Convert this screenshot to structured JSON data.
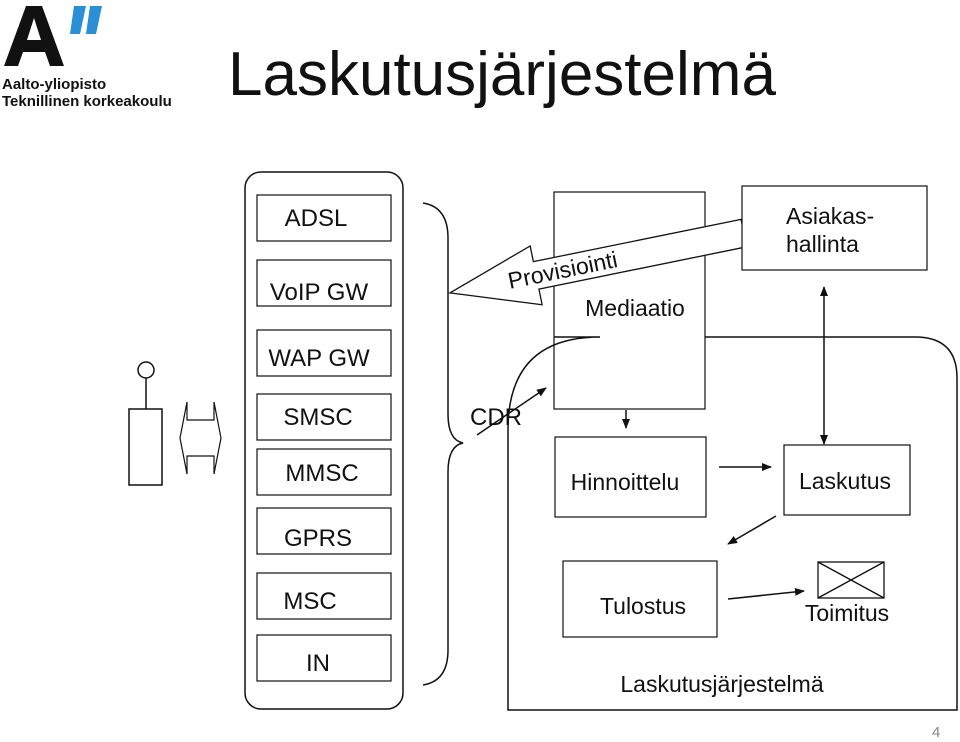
{
  "logo": {
    "line1": "Aalto-yliopisto",
    "line2": "Teknillinen korkeakoulu"
  },
  "title": "Laskutusjärjestelmä",
  "page_number": "4",
  "network_elements": [
    "ADSL",
    "VoIP GW",
    "WAP GW",
    "SMSC",
    "MMSC",
    "GPRS",
    "MSC",
    "IN"
  ],
  "labels": {
    "provisioning": "Provisiointi",
    "cdr": "CDR",
    "mediation": "Mediaatio",
    "customer_mgmt_line1": "Asiakas-",
    "customer_mgmt_line2": "hallinta",
    "pricing": "Hinnoittelu",
    "billing": "Laskutus",
    "printing": "Tulostus",
    "delivery": "Toimitus",
    "billing_system": "Laskutusjärjestelmä"
  },
  "colors": {
    "logo_accent": "#2a8fd4",
    "text": "#111111",
    "page_number": "#8a8a8a"
  }
}
